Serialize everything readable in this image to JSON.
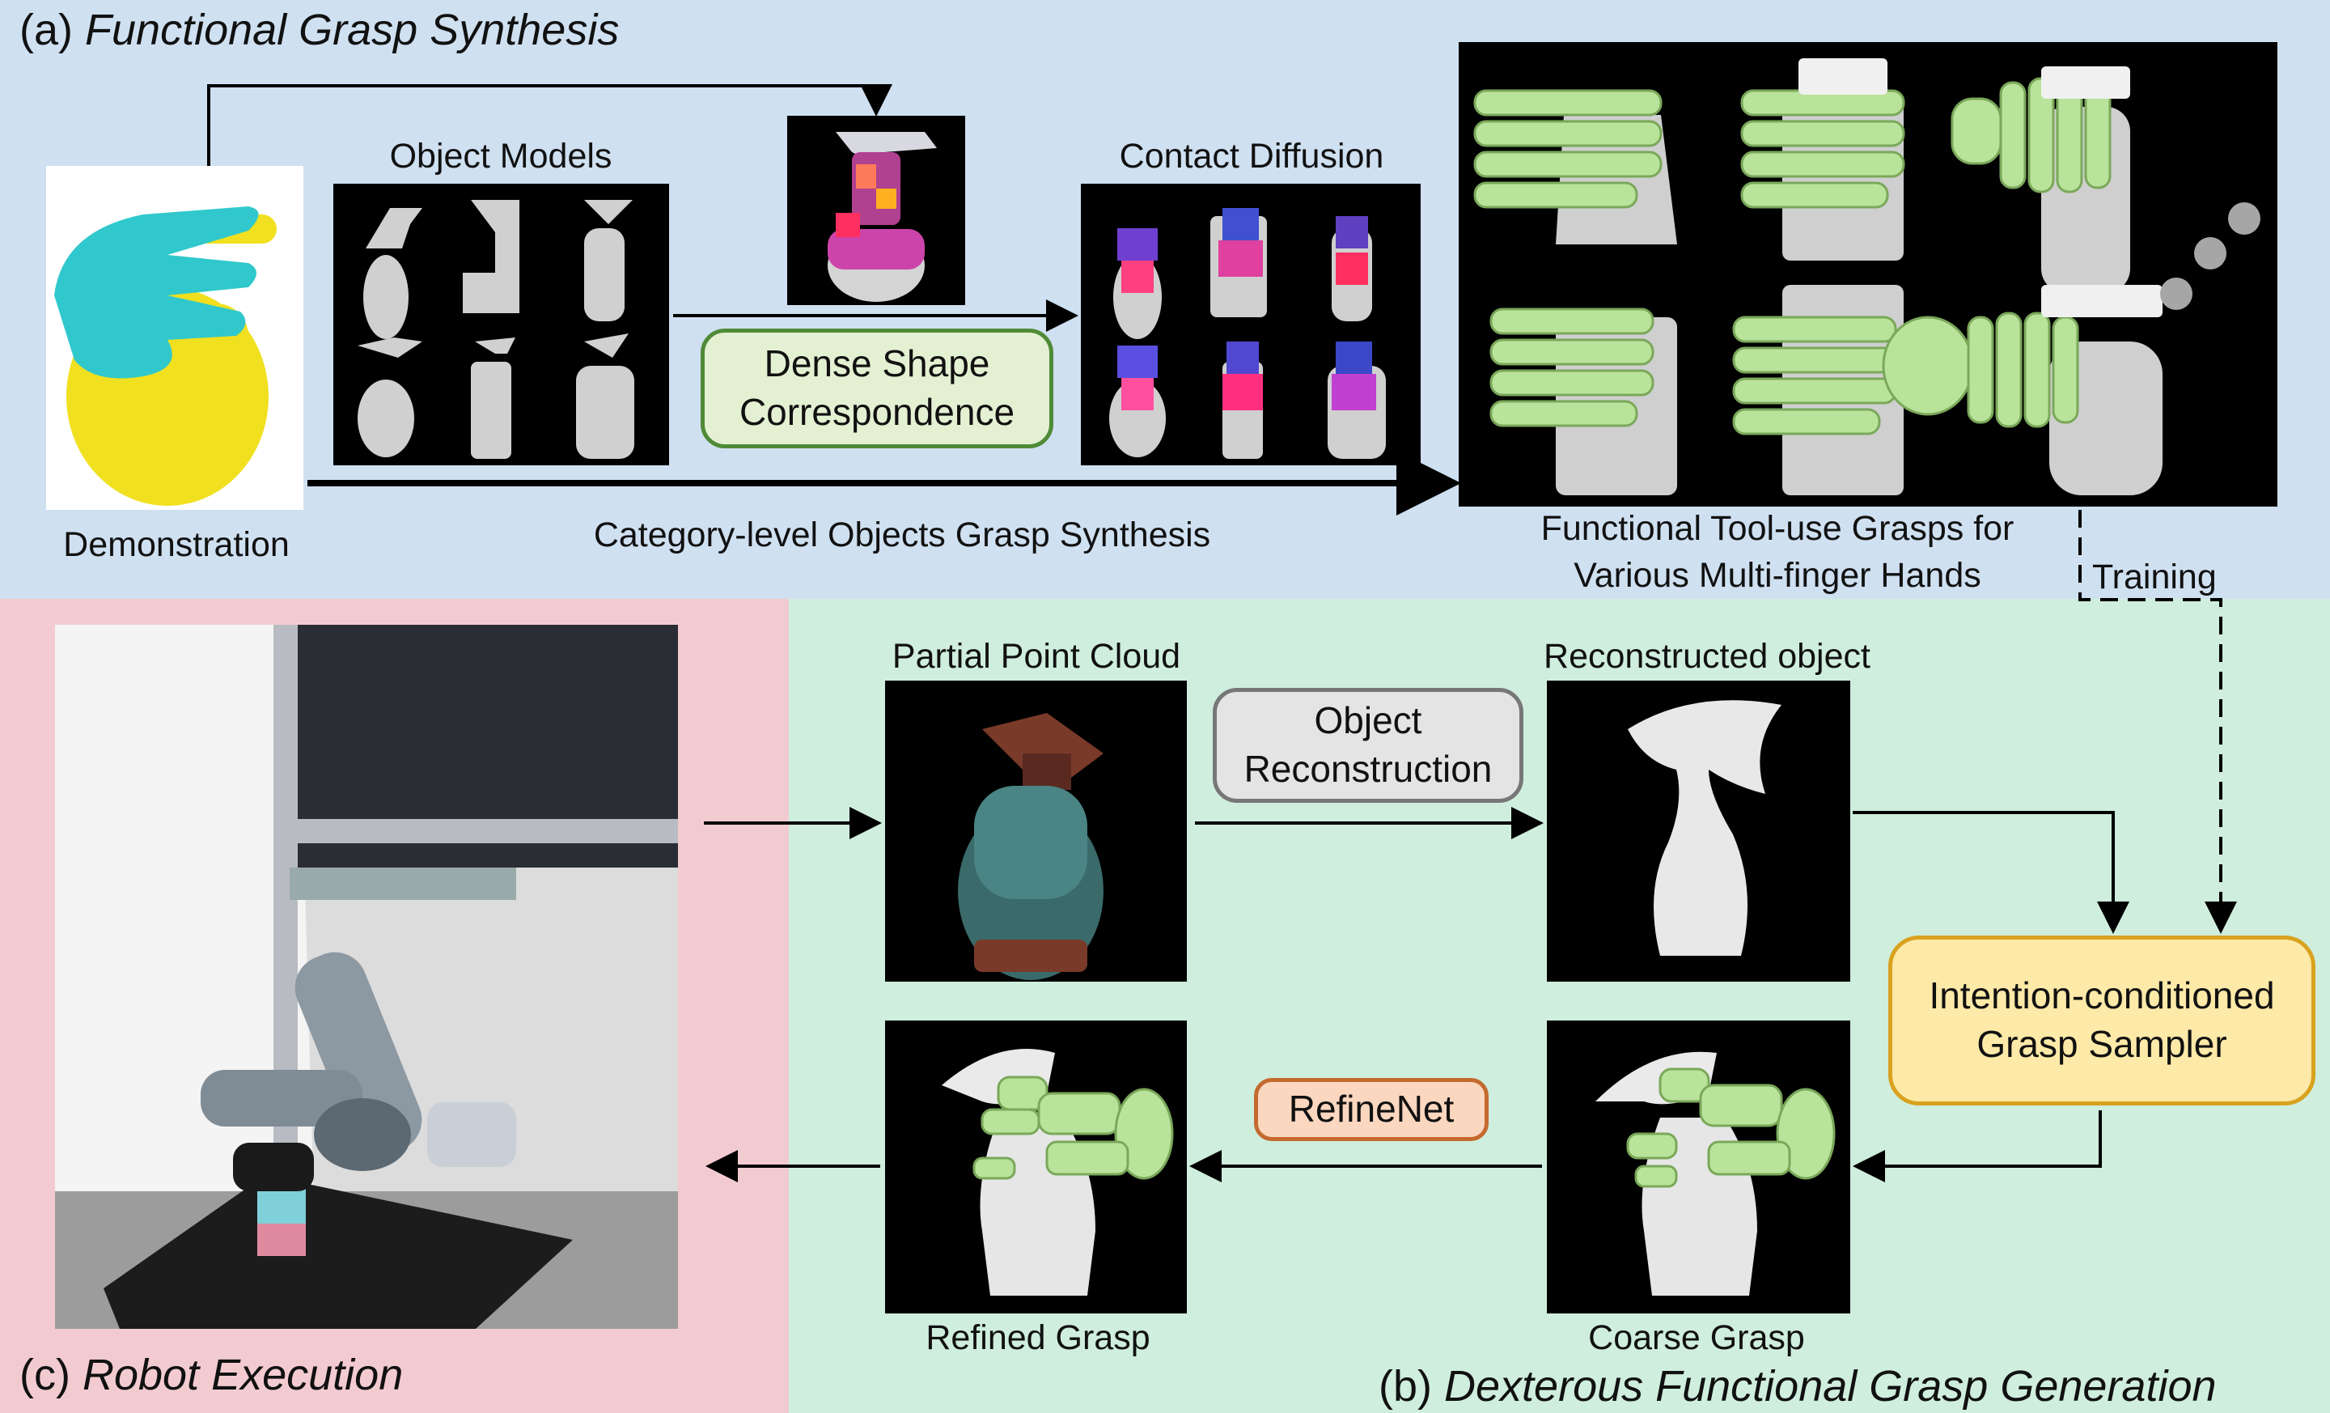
{
  "sections": {
    "a": {
      "prefix": "(a)",
      "title": "Functional Grasp Synthesis"
    },
    "b": {
      "prefix": "(b)",
      "title": "Dexterous Functional Grasp Generation"
    },
    "c": {
      "prefix": "(c)",
      "title": "Robot Execution"
    }
  },
  "labels": {
    "demonstration": "Demonstration",
    "object_models": "Object Models",
    "contact_diffusion": "Contact Diffusion",
    "category_level": "Category-level Objects Grasp Synthesis",
    "functional_line1": "Functional Tool-use Grasps for",
    "functional_line2": "Various Multi-finger Hands",
    "training": "Training",
    "partial_point_cloud": "Partial Point Cloud",
    "reconstructed_object": "Reconstructed object",
    "refined_grasp": "Refined Grasp",
    "coarse_grasp": "Coarse Grasp"
  },
  "boxes": {
    "dense_line1": "Dense Shape",
    "dense_line2": "Correspondence",
    "recon_line1": "Object",
    "recon_line2": "Reconstruction",
    "refinenet": "RefineNet",
    "sampler_line1": "Intention-conditioned",
    "sampler_line2": "Grasp Sampler"
  },
  "colors": {
    "region_a": "#cfe0f1",
    "region_b": "#cfeedd",
    "region_c": "#f2cbd0",
    "hand_demo": "#30c8cc",
    "object_demo": "#f0e020",
    "hand_green": "#b9e39a",
    "object_gray": "#cfcfcf"
  }
}
